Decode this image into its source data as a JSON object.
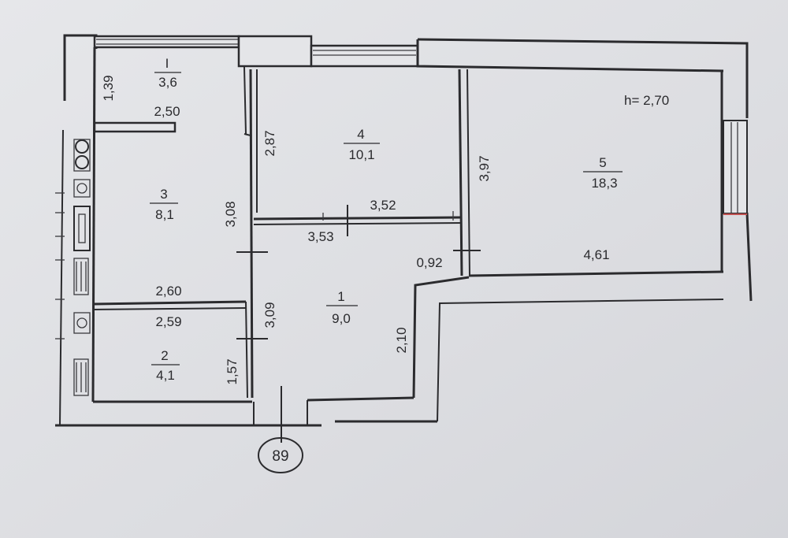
{
  "plan": {
    "ceiling_height": "h= 2,70",
    "building_number": "89",
    "rooms": [
      {
        "id": "I",
        "number": "I",
        "area": "3,6"
      },
      {
        "id": "3",
        "number": "3",
        "area": "8,1"
      },
      {
        "id": "4",
        "number": "4",
        "area": "10,1"
      },
      {
        "id": "5",
        "number": "5",
        "area": "18,3"
      },
      {
        "id": "1",
        "number": "1",
        "area": "9,0"
      },
      {
        "id": "2",
        "number": "2",
        "area": "4,1"
      }
    ],
    "dimensions": {
      "d_1_39": "1,39",
      "d_2_50": "2,50",
      "d_2_87": "2,87",
      "d_3_08": "3,08",
      "d_3_52": "3,52",
      "d_3_53": "3,53",
      "d_3_97": "3,97",
      "d_0_92": "0,92",
      "d_4_61": "4,61",
      "d_2_60": "2,60",
      "d_2_59": "2,59",
      "d_3_09": "3,09",
      "d_2_10": "2,10",
      "d_1_57": "1,57"
    }
  }
}
